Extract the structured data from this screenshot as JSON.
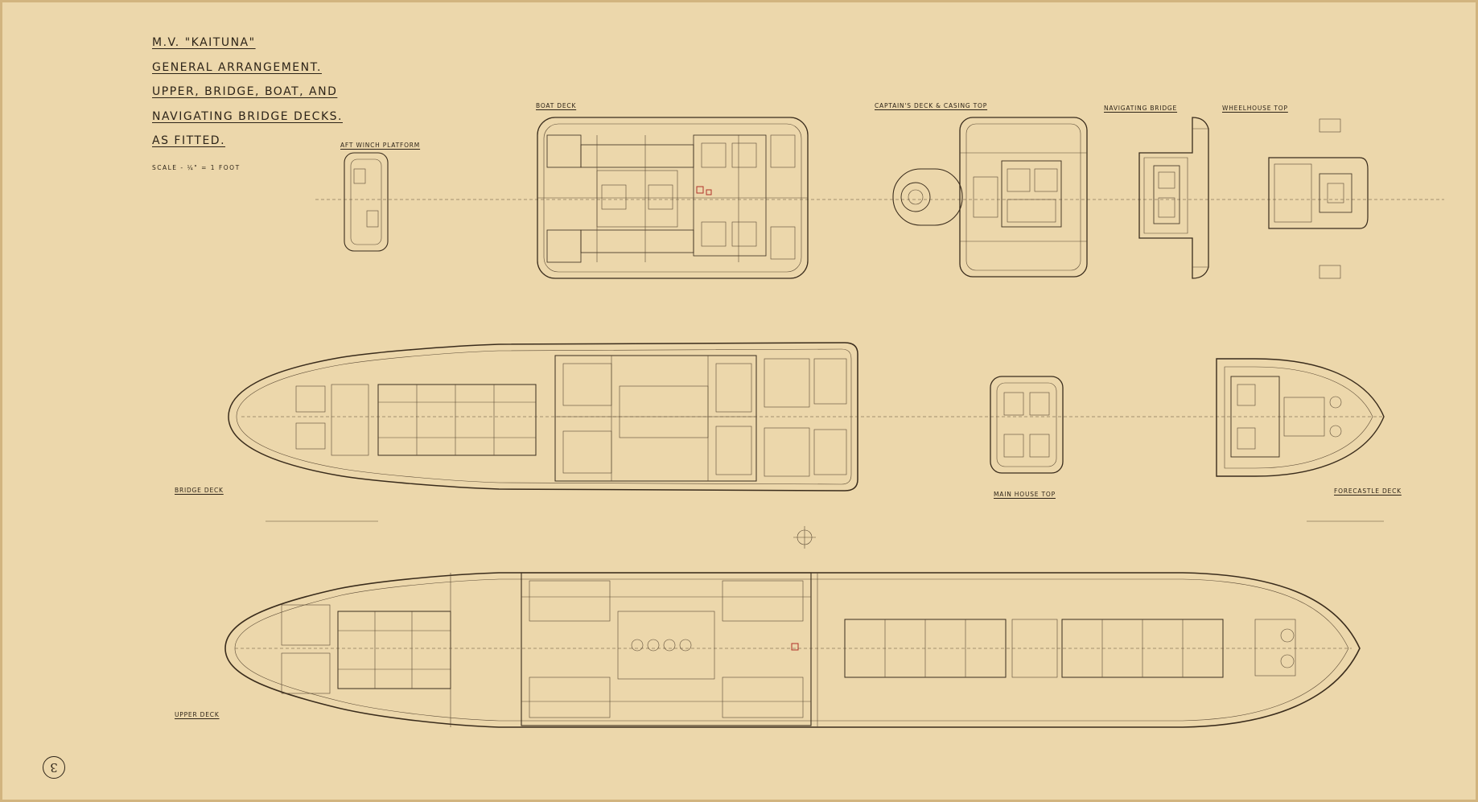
{
  "title": {
    "ship": "M.V. \"KAITUNA\"",
    "line2": "GENERAL ARRANGEMENT.",
    "line3": "UPPER, BRIDGE, BOAT, AND",
    "line4": "NAVIGATING BRIDGE DECKS.",
    "line5": "AS FITTED.",
    "scale": "SCALE - ¼\" = 1 FOOT"
  },
  "labels": {
    "aft_winch_platform": "AFT WINCH PLATFORM",
    "boat_deck": "BOAT DECK",
    "captains_deck": "CAPTAIN'S DECK & CASING TOP",
    "navigating_bridge": "NAVIGATING BRIDGE",
    "wheelhouse_top": "WHEELHOUSE TOP",
    "bridge_deck": "BRIDGE DECK",
    "main_house_top": "MAIN HOUSE TOP",
    "forecastle_deck": "FORECASTLE DECK",
    "upper_deck": "UPPER DECK"
  },
  "sheet_number": "3",
  "colors": {
    "paper": "#ecd7ab",
    "ink": "#3a2c1c",
    "red_ink": "#b0302a"
  }
}
